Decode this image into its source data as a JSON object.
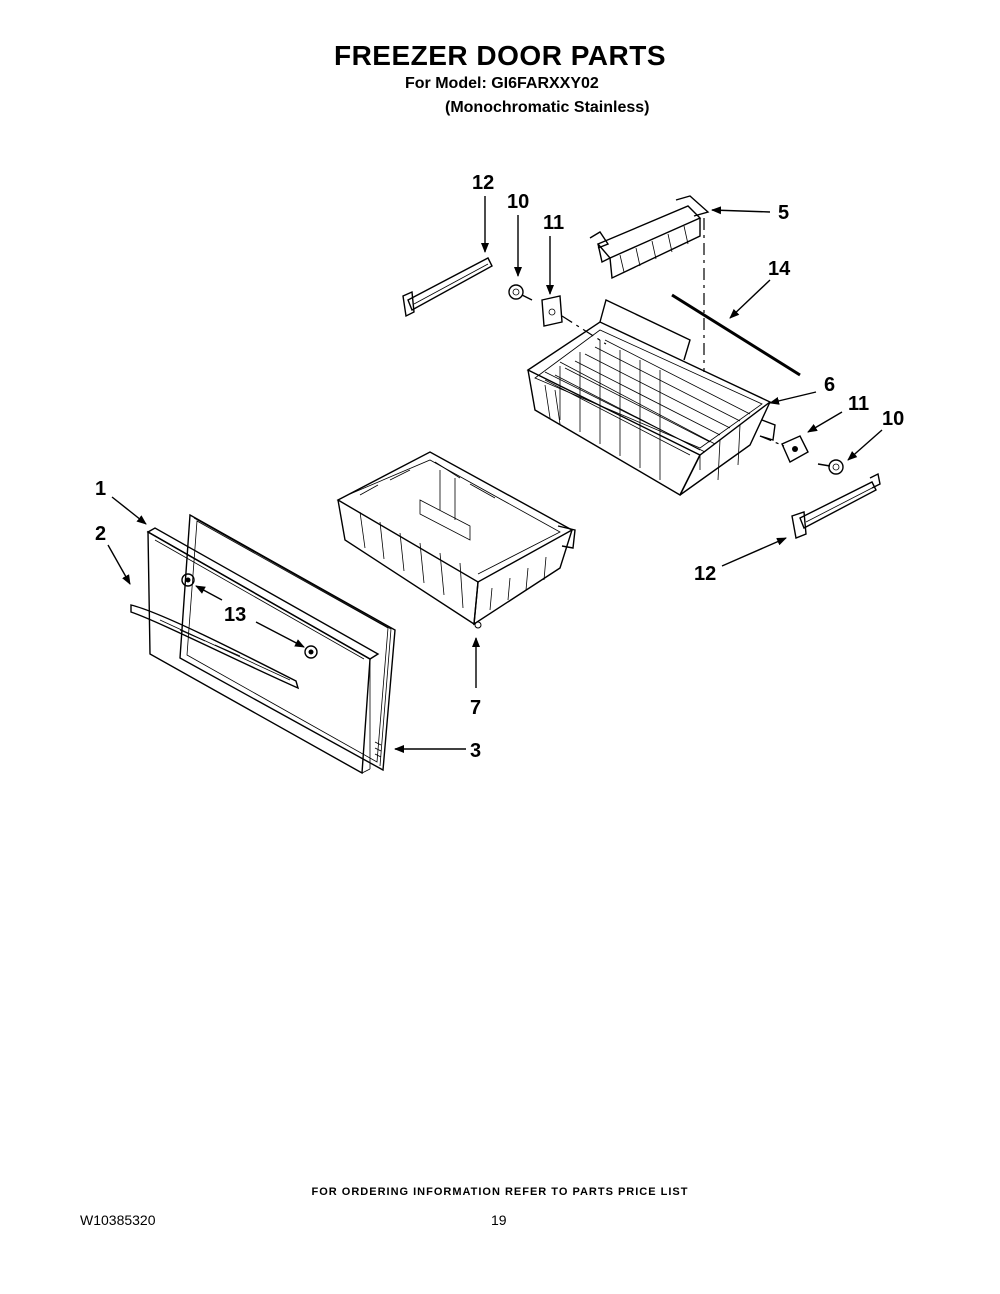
{
  "header": {
    "title": "FREEZER DOOR PARTS",
    "model_line": "For Model: GI6FARXXY02",
    "variant_line": "(Monochromatic Stainless)"
  },
  "callouts": {
    "c1": "1",
    "c2": "2",
    "c3": "3",
    "c5": "5",
    "c6": "6",
    "c7": "7",
    "c10a": "10",
    "c10b": "10",
    "c11a": "11",
    "c11b": "11",
    "c12a": "12",
    "c12b": "12",
    "c13": "13",
    "c14": "14"
  },
  "footer": {
    "ordering_note": "FOR ORDERING INFORMATION REFER TO PARTS PRICE LIST",
    "document_number": "W10385320",
    "page_number": "19"
  }
}
